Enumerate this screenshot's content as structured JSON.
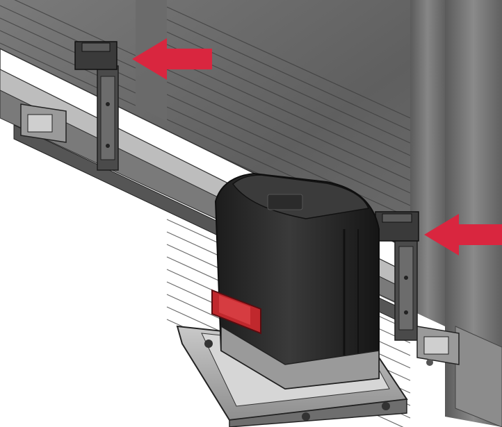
{
  "diagram": {
    "arrows": [
      {
        "name": "left-magnet-arrow",
        "direction": "left"
      },
      {
        "name": "right-magnet-arrow",
        "direction": "left"
      }
    ],
    "colors": {
      "arrow": "#d9263f",
      "gate_panel": "#6e6e6e",
      "gate_frame": "#5a5a5a",
      "rail": "#d9d9d9",
      "motor_body": "#2a2a2a",
      "motor_base": "#9a9a9a",
      "reflector": "#c0282d",
      "background": "#ffffff"
    },
    "icons": [
      "limit-magnet-bracket-icon",
      "gear-rack-icon",
      "motor-housing-icon"
    ]
  }
}
